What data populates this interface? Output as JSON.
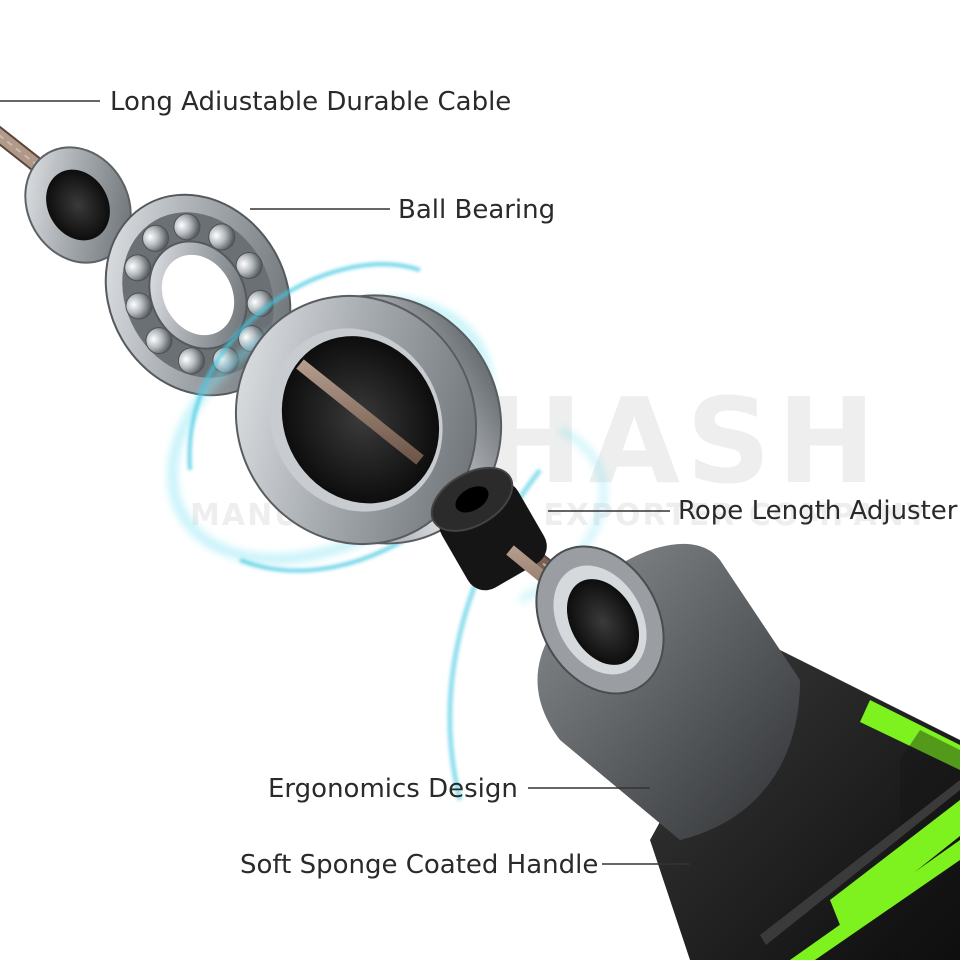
{
  "labels": {
    "cable": "Long Adiustable Durable Cable",
    "ball_bearing": "Ball Bearing",
    "rope_length_adjuster": "Rope Length Adjuster",
    "ergonomics_design": "Ergonomics Design",
    "soft_sponge_handle": "Soft Sponge Coated Handle"
  },
  "watermark": {
    "main": "VEHASH",
    "sub": "MANUFACTURER & EXPORTER COMPANY"
  },
  "colors": {
    "cable": "#8a7263",
    "metal": "#a9adb1",
    "handle_cap": "#5a5c5f",
    "sponge": "#1c1c1c",
    "accent_stripe": "#7df21f",
    "glow": "#5fd3e8",
    "leader_line": "#333333"
  },
  "icons": [
    "swirl-glow",
    "ball-bearing",
    "washer-ring"
  ]
}
